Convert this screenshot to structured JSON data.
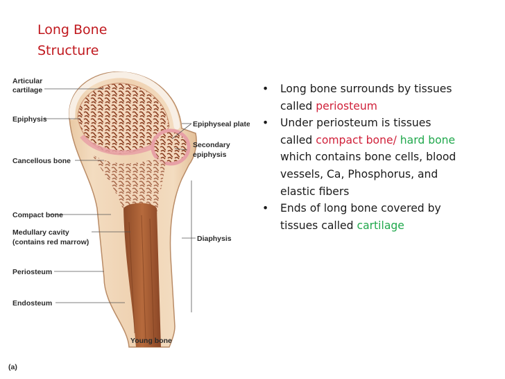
{
  "slide": {
    "title_line1": "Long Bone",
    "title_line2": "Structure"
  },
  "bullets": [
    {
      "parts": [
        "Long bone surrounds by tissues called ",
        "periosteum"
      ]
    },
    {
      "parts": [
        "Under periosteum is tissues called ",
        "compact bone/ ",
        "hard bone",
        "  which contains bone cells, blood vessels, Ca, Phosphorus, and elastic fibers"
      ]
    },
    {
      "parts": [
        "Ends of long bone covered by tissues called ",
        "cartilage"
      ]
    }
  ],
  "bullet_glyph": "•",
  "colors": {
    "title": "#c0181e",
    "highlight_red": "#d0213a",
    "highlight_green": "#20a84c"
  },
  "figure": {
    "labels": {
      "articular_cartilage_1": "Articular",
      "articular_cartilage_2": "cartilage",
      "epiphysis": "Epiphysis",
      "cancellous_bone": "Cancellous bone",
      "compact_bone": "Compact bone",
      "medullary_cavity_1": "Medullary cavity",
      "medullary_cavity_2": "(contains red marrow)",
      "periosteum": "Periosteum",
      "endosteum": "Endosteum",
      "epiphyseal_plates": "Epiphyseal plates",
      "secondary_epiphysis_1": "Secondary",
      "secondary_epiphysis_2": "epiphysis",
      "diaphysis": "Diaphysis",
      "caption": "Young bone",
      "panel": "(a)"
    }
  }
}
